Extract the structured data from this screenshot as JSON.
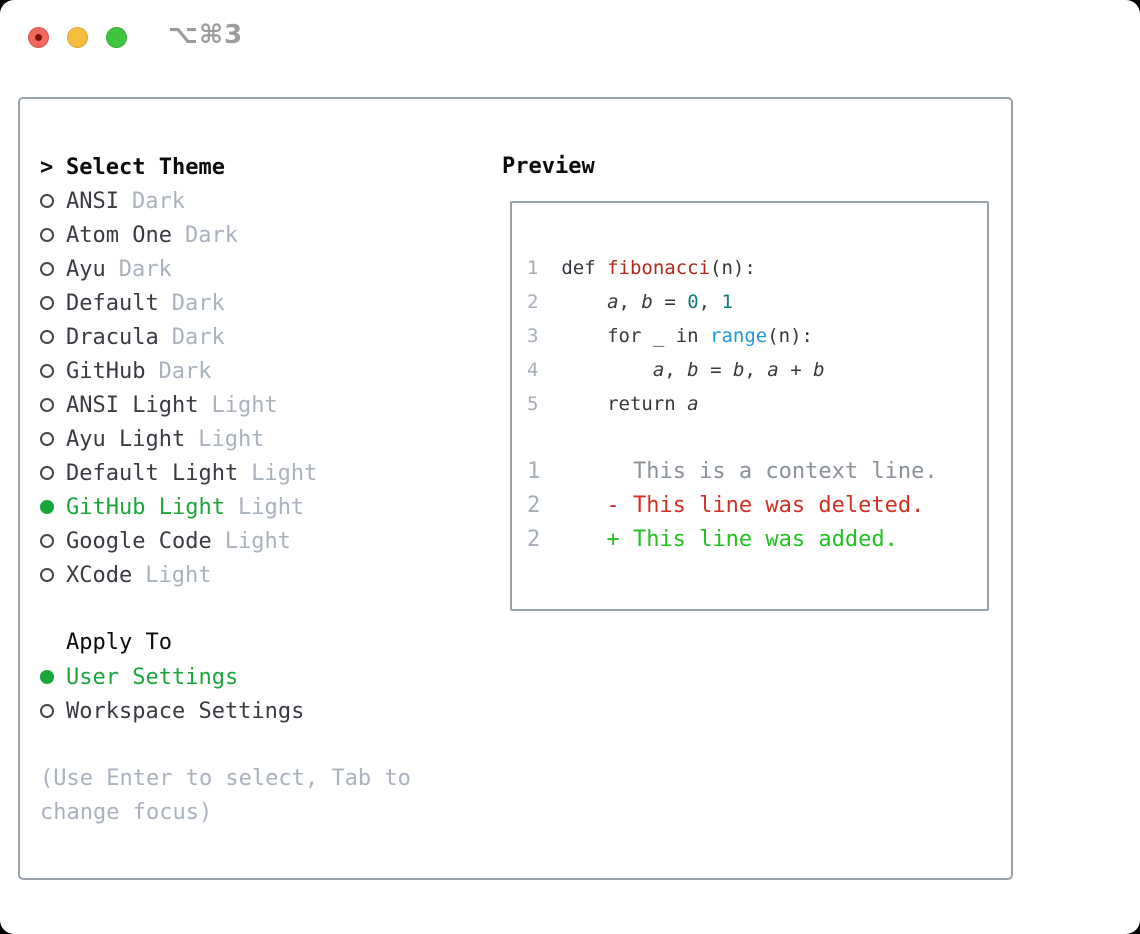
{
  "window": {
    "title": "⌥⌘3"
  },
  "theme_list": {
    "cursor": ">",
    "header": "Select Theme",
    "items": [
      {
        "name": "ANSI",
        "variant": "Dark",
        "selected": false
      },
      {
        "name": "Atom One",
        "variant": "Dark",
        "selected": false
      },
      {
        "name": "Ayu",
        "variant": "Dark",
        "selected": false
      },
      {
        "name": "Default",
        "variant": "Dark",
        "selected": false
      },
      {
        "name": "Dracula",
        "variant": "Dark",
        "selected": false
      },
      {
        "name": "GitHub",
        "variant": "Dark",
        "selected": false
      },
      {
        "name": "ANSI Light",
        "variant": "Light",
        "selected": false
      },
      {
        "name": "Ayu Light",
        "variant": "Light",
        "selected": false
      },
      {
        "name": "Default Light",
        "variant": "Light",
        "selected": false
      },
      {
        "name": "GitHub Light",
        "variant": "Light",
        "selected": true
      },
      {
        "name": "Google Code",
        "variant": "Light",
        "selected": false
      },
      {
        "name": "XCode",
        "variant": "Light",
        "selected": false
      }
    ]
  },
  "apply_to": {
    "header": "Apply To",
    "options": [
      {
        "label": "User Settings",
        "selected": true
      },
      {
        "label": "Workspace Settings",
        "selected": false
      }
    ]
  },
  "hint": {
    "text": "(Use Enter to select, Tab to change focus)"
  },
  "preview": {
    "header": "Preview",
    "code_lines": [
      {
        "n": "1",
        "seg": [
          {
            "t": "def ",
            "s": "d"
          },
          {
            "t": "fibonacci",
            "s": "fn"
          },
          {
            "t": "(n):",
            "s": "d"
          }
        ]
      },
      {
        "n": "2",
        "seg": [
          {
            "t": "    ",
            "s": "d"
          },
          {
            "t": "a",
            "s": "v"
          },
          {
            "t": ", ",
            "s": "d"
          },
          {
            "t": "b",
            "s": "v"
          },
          {
            "t": " = ",
            "s": "d"
          },
          {
            "t": "0",
            "s": "n"
          },
          {
            "t": ", ",
            "s": "d"
          },
          {
            "t": "1",
            "s": "n"
          }
        ]
      },
      {
        "n": "3",
        "seg": [
          {
            "t": "    for _ in ",
            "s": "d"
          },
          {
            "t": "range",
            "s": "c"
          },
          {
            "t": "(n):",
            "s": "d"
          }
        ]
      },
      {
        "n": "4",
        "seg": [
          {
            "t": "        ",
            "s": "d"
          },
          {
            "t": "a",
            "s": "v"
          },
          {
            "t": ", ",
            "s": "d"
          },
          {
            "t": "b",
            "s": "v"
          },
          {
            "t": " = ",
            "s": "d"
          },
          {
            "t": "b",
            "s": "v"
          },
          {
            "t": ", ",
            "s": "d"
          },
          {
            "t": "a",
            "s": "v"
          },
          {
            "t": " + ",
            "s": "d"
          },
          {
            "t": "b",
            "s": "v"
          }
        ]
      },
      {
        "n": "5",
        "seg": [
          {
            "t": "    return ",
            "s": "d"
          },
          {
            "t": "a",
            "s": "v"
          }
        ]
      }
    ],
    "diff_lines": [
      {
        "n": "1",
        "seg": [
          {
            "t": "      ",
            "s": "d"
          },
          {
            "t": "This is a context line.",
            "s": "ctx"
          }
        ]
      },
      {
        "n": "2",
        "seg": [
          {
            "t": "    ",
            "s": "d"
          },
          {
            "t": "- This line was deleted.",
            "s": "del"
          }
        ]
      },
      {
        "n": "2",
        "seg": [
          {
            "t": "    ",
            "s": "d"
          },
          {
            "t": "+ This line was added.",
            "s": "add"
          }
        ]
      }
    ]
  },
  "colors": {
    "accent-green": "#1ba63c",
    "item-text": "#383c42",
    "muted": "#a9b2bd",
    "header-text": "#0b0b0b",
    "panel-border": "#9aa2ac",
    "line-number": "#a4adb8",
    "code-text": "#35383d",
    "func-red": "#b3281e",
    "number-teal": "#0e7d7b",
    "call-blue": "#1e9ad6",
    "diff-context": "#8a9199",
    "diff-deleted": "#d03123",
    "diff-added": "#21c121",
    "titlebar-text": "#9b9b9b",
    "light-red": "#f2685c",
    "light-yellow": "#f6bd41",
    "light-green": "#3fc43f"
  }
}
